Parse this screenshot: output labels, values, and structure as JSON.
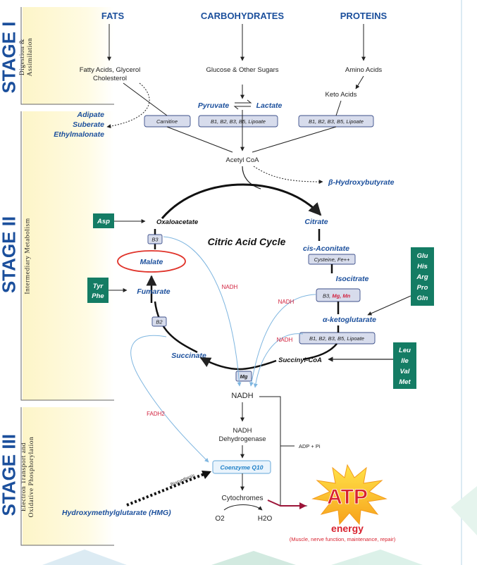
{
  "stages": [
    {
      "label": "STAGE I",
      "sub": [
        "Digestion &",
        "Assimilation"
      ]
    },
    {
      "label": "STAGE II",
      "sub": [
        "Intermediary Metabolism"
      ]
    },
    {
      "label": "STAGE III",
      "sub": [
        "Electron Transport and",
        "Oxidative Phosphorylation"
      ]
    }
  ],
  "headers": {
    "fats": "FATS",
    "carbs": "CARBOHYDRATES",
    "proteins": "PROTEINS"
  },
  "stage1": {
    "fatty_acids_line1": "Fatty Acids, Glycerol",
    "fatty_acids_line2": "Cholesterol",
    "glucose": "Glucose & Other Sugars",
    "amino_acids": "Amino Acids",
    "keto_acids": "Keto Acids",
    "pyruvate": "Pyruvate",
    "lactate": "Lactate",
    "adipate": "Adipate",
    "suberate": "Suberate",
    "ethylmalonate": "Ethylmalonate",
    "carnitine": "Carnitine",
    "cofactors_left": "B1, B2, B3, B5, Lipoate",
    "cofactors_right": "B1, B2, B3, B5, Lipoate",
    "acetyl_coa": "Acetyl CoA",
    "hydroxybutyrate": "β-Hydroxybutyrate"
  },
  "cycle": {
    "title": "Citric Acid Cycle",
    "oxaloacetate": "Oxaloacetate",
    "citrate": "Citrate",
    "cis_aconitate": "cis-Aconitate",
    "isocitrate": "Isocitrate",
    "alpha_kg": "α-ketoglutarate",
    "succinyl_coa": "Succinyl-CoA",
    "succinate": "Succinate",
    "fumarate": "Fumarate",
    "malate": "Malate",
    "b3": "B3",
    "b2": "B2",
    "mg": "Mg",
    "cysteine_fe": "Cysteine, Fe++",
    "b3_mg_mn": {
      "b3": "B3,",
      "mg": "Mg,",
      "mn": "Mn"
    },
    "akg_cofactors": "B1, B2, B3, B5, Lipoate",
    "nadh_labels": [
      "NADH",
      "NADH",
      "NADH"
    ],
    "asp": "Asp",
    "tyr_phe": [
      "Tyr",
      "Phe"
    ],
    "glu_group": [
      "Glu",
      "His",
      "Arg",
      "Pro",
      "Gln"
    ],
    "leu_group": [
      "Leu",
      "Ile",
      "Val",
      "Met"
    ]
  },
  "stage3": {
    "nadh": "NADH",
    "fadh2": "FADH2",
    "nadh_dehydrogenase": [
      "NADH",
      "Dehydrogenase"
    ],
    "adp_pi": "ADP + Pi",
    "coq10": "Coenzyme Q10",
    "biosynthesis": "Biosynthesis",
    "hmg": "Hydroxymethylglutarate (HMG)",
    "cytochromes": "Cytochromes",
    "o2": "O2",
    "h2o": "H2O",
    "atp": "ATP",
    "energy": "energy",
    "energy_note": "(Muscle, nerve function, maintenance, repair)"
  },
  "colors": {
    "blue": "#1b4f9c",
    "green": "#147c64",
    "red": "#d11f3c",
    "light_blue_arrow": "#7fb6e0",
    "maroon": "#9c1438"
  }
}
